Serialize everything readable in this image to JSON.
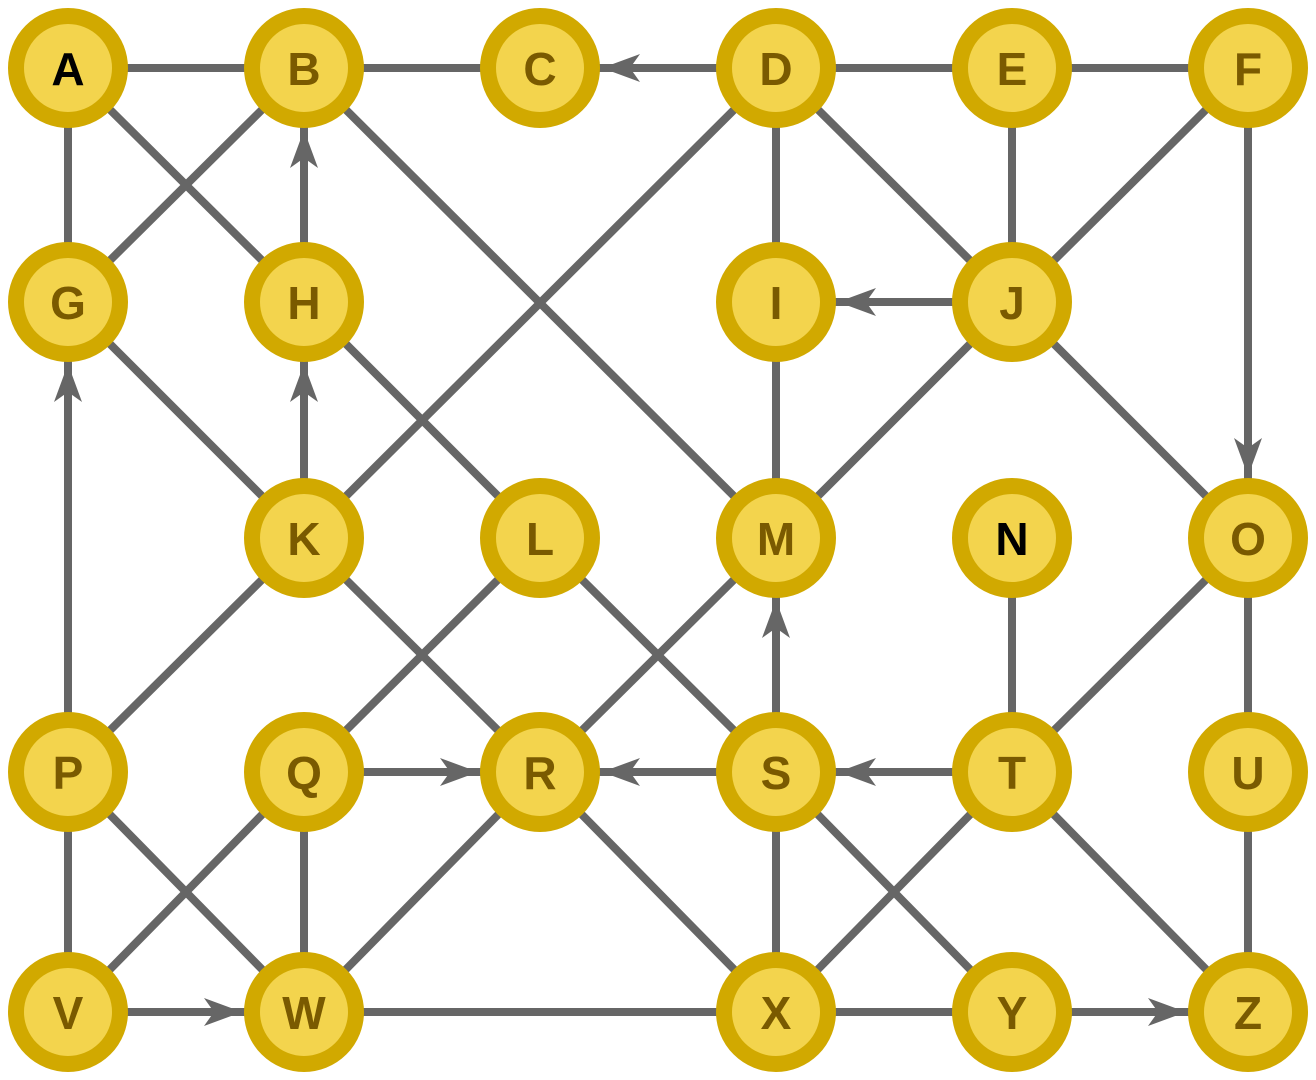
{
  "colors": {
    "edge": "#666666",
    "node_fill": "#f3d44d",
    "node_stroke": "#d1a900",
    "label": "#7a5a00",
    "label_dark": "#000000"
  },
  "nodes": [
    {
      "id": "A",
      "label": "A",
      "dark": true
    },
    {
      "id": "B",
      "label": "B"
    },
    {
      "id": "C",
      "label": "C"
    },
    {
      "id": "D",
      "label": "D"
    },
    {
      "id": "E",
      "label": "E"
    },
    {
      "id": "F",
      "label": "F"
    },
    {
      "id": "G",
      "label": "G"
    },
    {
      "id": "H",
      "label": "H"
    },
    {
      "id": "I",
      "label": "I"
    },
    {
      "id": "J",
      "label": "J"
    },
    {
      "id": "K",
      "label": "K"
    },
    {
      "id": "L",
      "label": "L"
    },
    {
      "id": "M",
      "label": "M"
    },
    {
      "id": "N",
      "label": "N",
      "dark": true
    },
    {
      "id": "O",
      "label": "O"
    },
    {
      "id": "P",
      "label": "P"
    },
    {
      "id": "Q",
      "label": "Q"
    },
    {
      "id": "R",
      "label": "R"
    },
    {
      "id": "S",
      "label": "S"
    },
    {
      "id": "T",
      "label": "T"
    },
    {
      "id": "U",
      "label": "U"
    },
    {
      "id": "V",
      "label": "V"
    },
    {
      "id": "W",
      "label": "W"
    },
    {
      "id": "X",
      "label": "X"
    },
    {
      "id": "Y",
      "label": "Y"
    },
    {
      "id": "Z",
      "label": "Z"
    }
  ],
  "edges": [
    {
      "from": "A",
      "to": "B",
      "directed": false
    },
    {
      "from": "B",
      "to": "C",
      "directed": false
    },
    {
      "from": "D",
      "to": "C",
      "directed": true
    },
    {
      "from": "D",
      "to": "E",
      "directed": false
    },
    {
      "from": "E",
      "to": "F",
      "directed": false
    },
    {
      "from": "A",
      "to": "G",
      "directed": false
    },
    {
      "from": "A",
      "to": "H",
      "directed": false
    },
    {
      "from": "B",
      "to": "G",
      "directed": false
    },
    {
      "from": "H",
      "to": "B",
      "directed": true
    },
    {
      "from": "B",
      "to": "M",
      "directed": false
    },
    {
      "from": "D",
      "to": "I",
      "directed": false
    },
    {
      "from": "D",
      "to": "J",
      "directed": false
    },
    {
      "from": "D",
      "to": "K",
      "directed": false
    },
    {
      "from": "E",
      "to": "J",
      "directed": false
    },
    {
      "from": "F",
      "to": "J",
      "directed": false
    },
    {
      "from": "F",
      "to": "O",
      "directed": true
    },
    {
      "from": "J",
      "to": "I",
      "directed": true
    },
    {
      "from": "G",
      "to": "K",
      "directed": false
    },
    {
      "from": "K",
      "to": "H",
      "directed": true
    },
    {
      "from": "H",
      "to": "L",
      "directed": false
    },
    {
      "from": "I",
      "to": "M",
      "directed": false
    },
    {
      "from": "J",
      "to": "M",
      "directed": false
    },
    {
      "from": "J",
      "to": "O",
      "directed": false
    },
    {
      "from": "P",
      "to": "G",
      "directed": true
    },
    {
      "from": "K",
      "to": "P",
      "directed": false
    },
    {
      "from": "K",
      "to": "R",
      "directed": false
    },
    {
      "from": "L",
      "to": "Q",
      "directed": false
    },
    {
      "from": "L",
      "to": "S",
      "directed": false
    },
    {
      "from": "M",
      "to": "R",
      "directed": false
    },
    {
      "from": "S",
      "to": "M",
      "directed": true
    },
    {
      "from": "N",
      "to": "T",
      "directed": false
    },
    {
      "from": "O",
      "to": "T",
      "directed": false
    },
    {
      "from": "O",
      "to": "U",
      "directed": false
    },
    {
      "from": "Q",
      "to": "R",
      "directed": true
    },
    {
      "from": "S",
      "to": "R",
      "directed": true
    },
    {
      "from": "T",
      "to": "S",
      "directed": true
    },
    {
      "from": "P",
      "to": "V",
      "directed": false
    },
    {
      "from": "P",
      "to": "W",
      "directed": false
    },
    {
      "from": "Q",
      "to": "V",
      "directed": false
    },
    {
      "from": "Q",
      "to": "W",
      "directed": false
    },
    {
      "from": "R",
      "to": "W",
      "directed": false
    },
    {
      "from": "R",
      "to": "X",
      "directed": false
    },
    {
      "from": "S",
      "to": "X",
      "directed": false
    },
    {
      "from": "S",
      "to": "Y",
      "directed": false
    },
    {
      "from": "T",
      "to": "X",
      "directed": false
    },
    {
      "from": "T",
      "to": "Z",
      "directed": false
    },
    {
      "from": "U",
      "to": "Z",
      "directed": false
    },
    {
      "from": "V",
      "to": "W",
      "directed": true
    },
    {
      "from": "W",
      "to": "X",
      "directed": false
    },
    {
      "from": "X",
      "to": "Y",
      "directed": false
    },
    {
      "from": "Y",
      "to": "Z",
      "directed": true
    }
  ]
}
